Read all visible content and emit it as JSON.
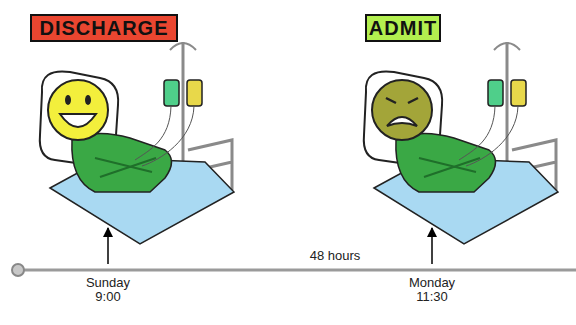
{
  "diagram": {
    "nodes": [
      {
        "text": [
          "DISCHARGE"
        ]
      },
      {
        "text": [
          "ADMIT"
        ]
      }
    ],
    "labels": [
      "48 hours",
      "Sunday 9:00",
      "Monday 11:30"
    ]
  }
}
